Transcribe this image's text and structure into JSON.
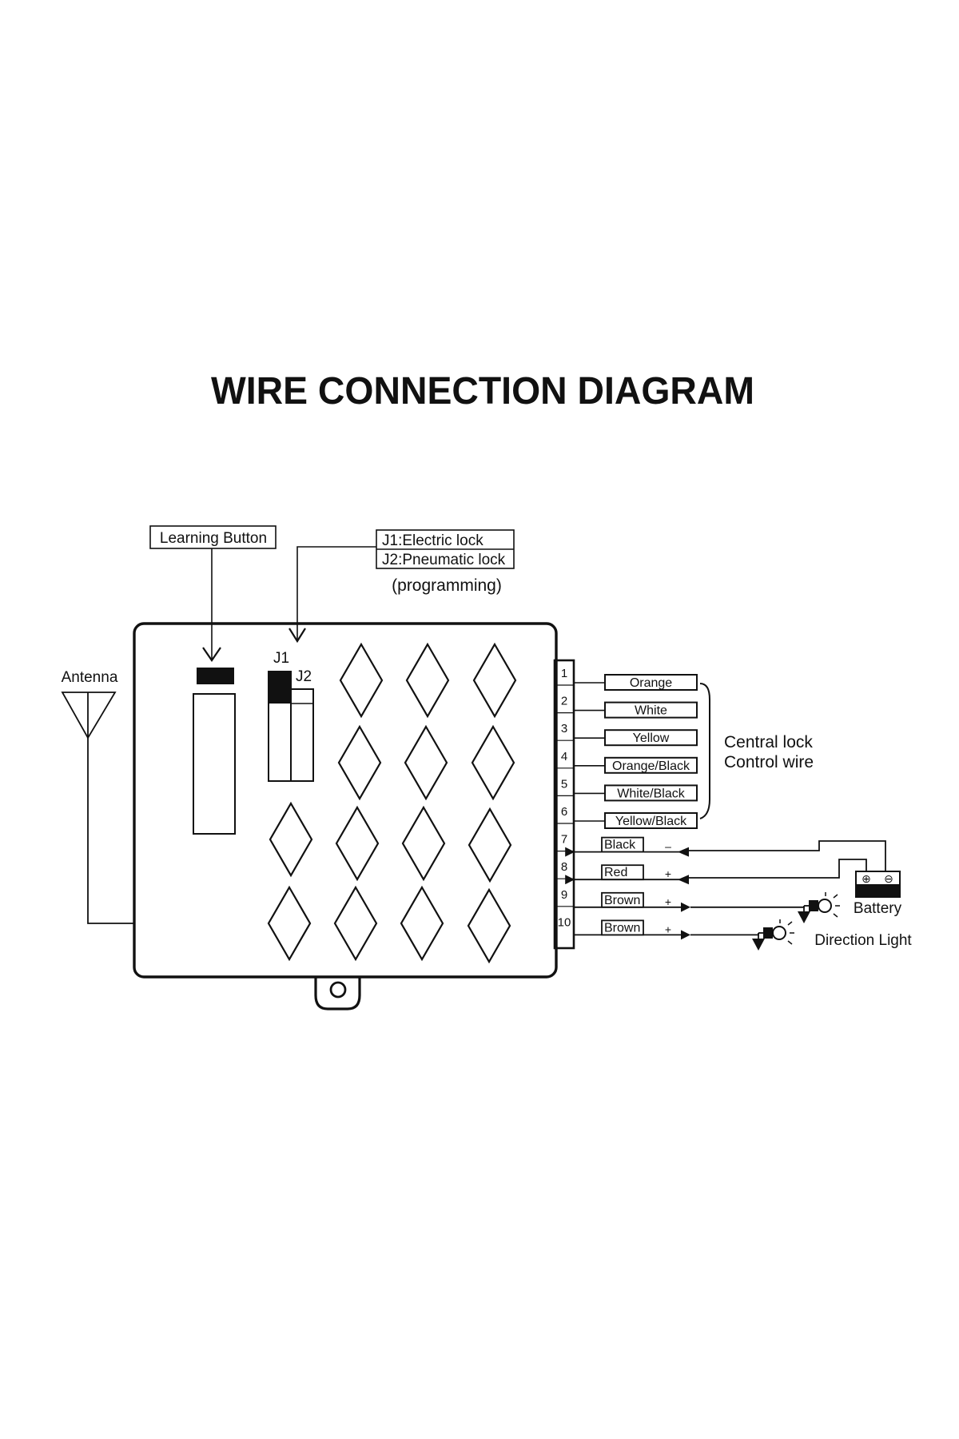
{
  "title": "WIRE CONNECTION DIAGRAM",
  "labels": {
    "learning_button": "Learning Button",
    "j1_mode": "J1:Electric lock",
    "j2_mode": "J2:Pneumatic lock",
    "programming": "(programming)",
    "antenna": "Antenna",
    "jumper_j1": "J1",
    "jumper_j2": "J2",
    "central_lock_line1": "Central lock",
    "central_lock_line2": "Control wire",
    "battery": "Battery",
    "battery_plus": "⊕",
    "battery_minus": "⊖",
    "direction_light": "Direction Light"
  },
  "terminals": [
    {
      "num": "1",
      "wire": "Orange",
      "sign": ""
    },
    {
      "num": "2",
      "wire": "White",
      "sign": ""
    },
    {
      "num": "3",
      "wire": "Yellow",
      "sign": ""
    },
    {
      "num": "4",
      "wire": "Orange/Black",
      "sign": ""
    },
    {
      "num": "5",
      "wire": "White/Black",
      "sign": ""
    },
    {
      "num": "6",
      "wire": "Yellow/Black",
      "sign": ""
    },
    {
      "num": "7",
      "wire": "Black",
      "sign": "–"
    },
    {
      "num": "8",
      "wire": "Red",
      "sign": "+"
    },
    {
      "num": "9",
      "wire": "Brown",
      "sign": "+"
    },
    {
      "num": "10",
      "wire": "Brown",
      "sign": "+"
    }
  ]
}
